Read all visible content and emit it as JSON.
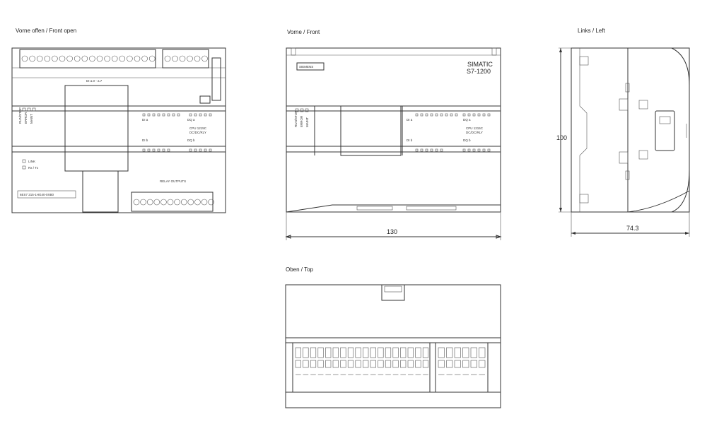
{
  "views": {
    "front_open": {
      "label": "Vorne offen / Front open"
    },
    "front": {
      "label": "Vorne / Front"
    },
    "left": {
      "label": "Links / Left"
    },
    "top": {
      "label": "Oben / Top"
    }
  },
  "dimensions": {
    "width": "130",
    "height": "100",
    "depth": "74.3"
  },
  "device": {
    "brand_line1": "SIMATIC",
    "brand_line2": "S7-1200",
    "logo": "SIEMENS",
    "model_line1": "CPU 1215C",
    "model_line2": "DC/DC/RLY",
    "run_stop": "RUN/STOP",
    "error": "ERROR",
    "maint": "MAINT",
    "di_a": "DI a",
    "di_b": "DI b",
    "dq_a": "DQ a",
    "dq_b": "DQ b",
    "link": "LINK",
    "rx_tx": "Rx / Tx",
    "relay_outputs": "RELAY OUTPUTS",
    "part_number": "6ES7 215-1HG40-0XB0"
  },
  "colors": {
    "line": "#333333",
    "background": "#ffffff"
  }
}
